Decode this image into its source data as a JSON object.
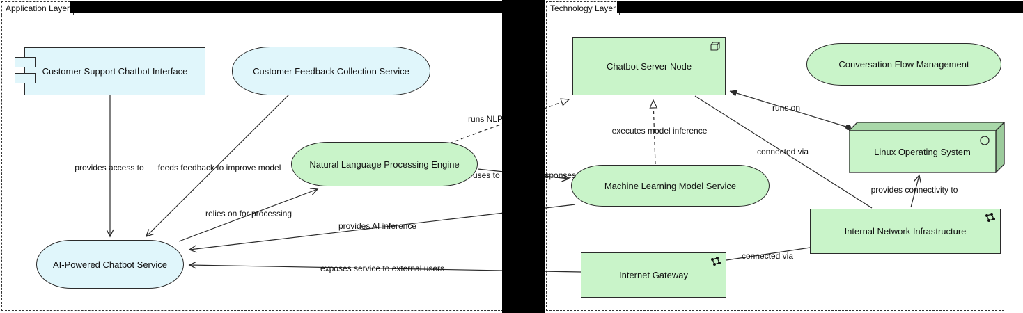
{
  "panels": {
    "application": {
      "label": "Application Layer"
    },
    "technology": {
      "label": "Technology Layer"
    }
  },
  "nodes": {
    "customer_support_interface": {
      "label": "Customer Support Chatbot Interface",
      "shape": "component",
      "icon": "component-tabs-icon"
    },
    "customer_feedback_service": {
      "label": "Customer Feedback Collection Service",
      "shape": "stadium"
    },
    "nlp_engine": {
      "label": "Natural Language Processing Engine",
      "shape": "stadium"
    },
    "ai_chatbot_service": {
      "label": "AI-Powered Chatbot Service",
      "shape": "stadium"
    },
    "chatbot_server_node": {
      "label": "Chatbot Server Node",
      "shape": "rect",
      "icon": "cube-icon"
    },
    "conversation_flow": {
      "label": "Conversation Flow Management",
      "shape": "stadium"
    },
    "ml_model_service": {
      "label": "Machine Learning Model Service",
      "shape": "stadium"
    },
    "linux_os": {
      "label": "Linux Operating System",
      "shape": "node-3d",
      "icon": "circle-icon"
    },
    "internal_network": {
      "label": "Internal Network Infrastructure",
      "shape": "rect",
      "icon": "network-icon"
    },
    "internet_gateway": {
      "label": "Internet Gateway",
      "shape": "rect",
      "icon": "network-icon"
    }
  },
  "edges": {
    "provides_access": {
      "label": "provides access to"
    },
    "feeds_feedback": {
      "label": "feeds feedback to improve model"
    },
    "relies_on": {
      "label": "relies on for processing"
    },
    "uses_to_generate": {
      "label": "uses to generate responses"
    },
    "runs_nlp": {
      "label": "runs NLP"
    },
    "executes_inference": {
      "label": "executes model inference"
    },
    "runs_on": {
      "label": "runs on"
    },
    "connected_via_node": {
      "label": "connected via"
    },
    "provides_connectivity": {
      "label": "provides connectivity to"
    },
    "connected_via_gateway": {
      "label": "connected via"
    },
    "provides_ai": {
      "label": "provides AI inference"
    },
    "exposes_service": {
      "label": "exposes service to external users"
    }
  },
  "colors": {
    "application_fill": "#e0f6fb",
    "technology_fill": "#c9f4c9",
    "technology_top_shade": "#a9d8a9",
    "technology_side_shade": "#9ccb9c",
    "line": "#2b2b2b",
    "redaction": "#000000"
  }
}
